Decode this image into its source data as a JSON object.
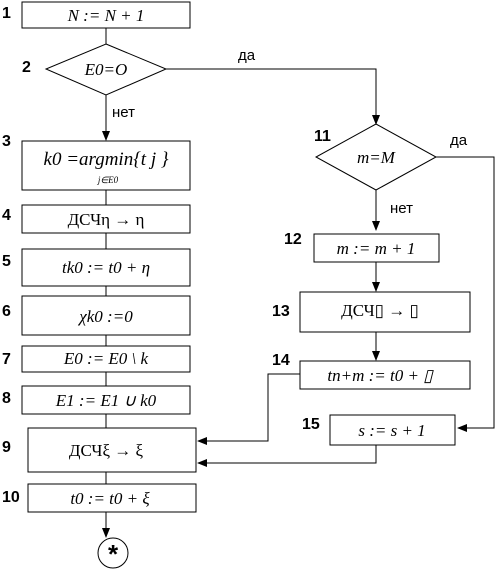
{
  "blocks": {
    "b1": {
      "num": "1",
      "text": "N := N + 1"
    },
    "b2": {
      "num": "2",
      "text": "E0=O"
    },
    "b3": {
      "num": "3",
      "text_main": "k0 =argmin{t j }",
      "text_sub": "j∈E0"
    },
    "b4": {
      "num": "4",
      "text": "ДСЧη →  η"
    },
    "b5": {
      "num": "5",
      "text": "tk0 := t0 +  η"
    },
    "b6": {
      "num": "6",
      "text": "χk0 :=0"
    },
    "b7": {
      "num": "7",
      "text": "E0 := E0 \\ k"
    },
    "b8": {
      "num": "8",
      "text": "E1 := E1 ∪ k0"
    },
    "b9": {
      "num": "9",
      "text": "ДСЧξ →  ξ"
    },
    "b10": {
      "num": "10",
      "text": "t0 := t0 +  ξ"
    },
    "b11": {
      "num": "11",
      "text": "m=M"
    },
    "b12": {
      "num": "12",
      "text": "m := m + 1"
    },
    "b13": {
      "num": "13",
      "text": "ДСЧ▯ →  ▯"
    },
    "b14": {
      "num": "14",
      "text": "tn+m := t0 + ▯"
    },
    "b15": {
      "num": "15",
      "text": "s := s + 1"
    }
  },
  "labels": {
    "yes_2": "да",
    "no_2": "нет",
    "yes_11": "да",
    "no_11": "нет"
  },
  "connector": {
    "symbol": "*"
  }
}
